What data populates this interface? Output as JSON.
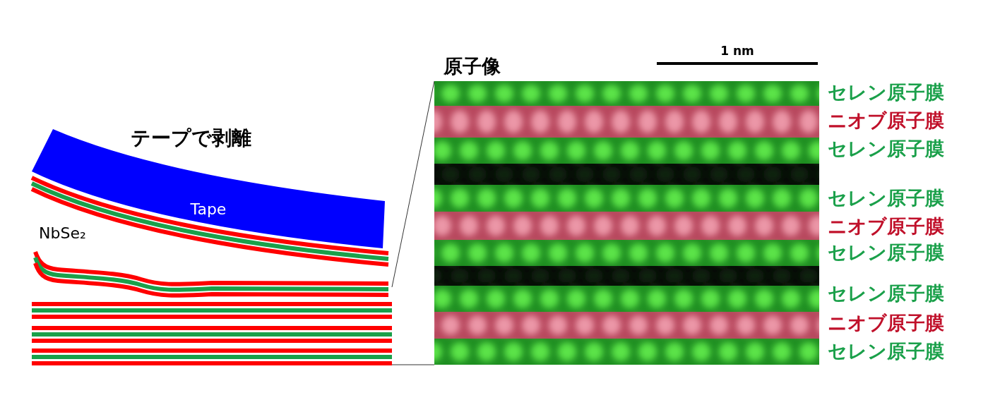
{
  "diagram": {
    "nodes": [
      {
        "text": [
          "Tape"
        ]
      },
      {
        "text": [
          "原子像"
        ]
      }
    ],
    "labels": [
      "テープで剥離",
      "NbSe₂",
      "1 nm",
      "セレン原子膜",
      "ニオブ原子膜",
      "セレン原子膜",
      "セレン原子膜",
      "ニオブ原子膜",
      "セレン原子膜",
      "セレン原子膜",
      "ニオブ原子膜",
      "セレン原子膜"
    ]
  }
}
